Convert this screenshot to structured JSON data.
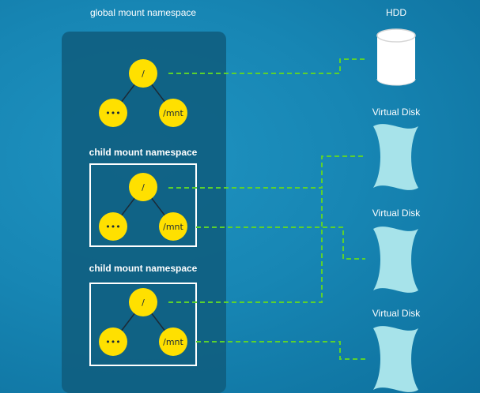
{
  "diagram": {
    "global_namespace": {
      "title": "global mount namespace",
      "tree": {
        "root": "/",
        "left": "•••",
        "right": "/mnt"
      }
    },
    "child_namespaces": [
      {
        "title": "child mount namespace",
        "tree": {
          "root": "/",
          "left": "•••",
          "right": "/mnt"
        }
      },
      {
        "title": "child mount namespace",
        "tree": {
          "root": "/",
          "left": "•••",
          "right": "/mnt"
        }
      }
    ],
    "storage": [
      {
        "label": "HDD",
        "icon": "hdd-cylinder-icon"
      },
      {
        "label": "Virtual Disk",
        "icon": "virtual-disk-icon"
      },
      {
        "label": "Virtual Disk",
        "icon": "virtual-disk-icon"
      },
      {
        "label": "Virtual Disk",
        "icon": "virtual-disk-icon"
      }
    ],
    "colors": {
      "background": "#1786b4",
      "panel": "#0f5e80",
      "node": "#ffe000",
      "link": "#5cd12e",
      "disk": "#a7e3ea",
      "hdd": "#ffffff"
    }
  }
}
